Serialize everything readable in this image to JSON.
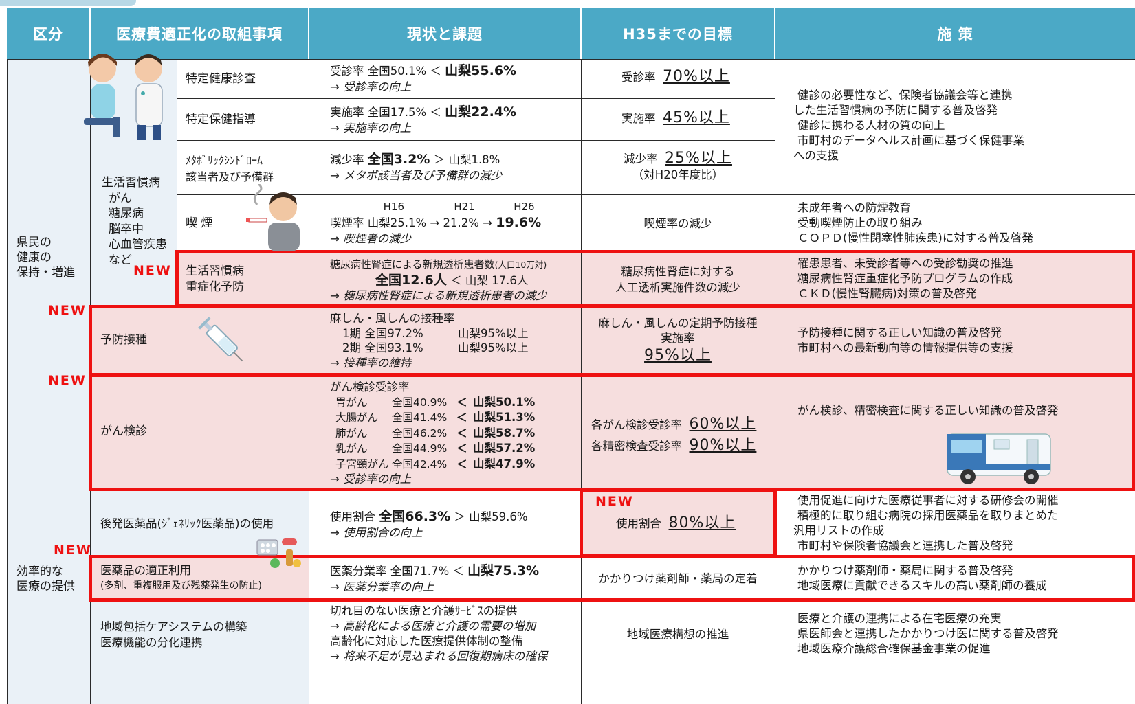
{
  "header": {
    "col1": "区分",
    "col2": "医療費適正化の取組事項",
    "col3": "現状と課題",
    "col4": "H35までの目標",
    "col5": "施 策"
  },
  "new_label": "NEW",
  "categories": {
    "health": [
      "県民の",
      "健康の",
      "保持・増進"
    ],
    "efficient": [
      "効率的な",
      "医療の提供"
    ]
  },
  "lifestyle_group": [
    "生活習慣病",
    "がん",
    "糖尿病",
    "脳卒中",
    "心血管疾患",
    "など"
  ],
  "rows": {
    "checkup": {
      "item": "特定健康診査",
      "status": [
        "受診率 全国50.1% ＜ ",
        "山梨55.6%",
        "→ 受診率の向上"
      ],
      "goal_label": "受診率",
      "goal_value": "70%以上"
    },
    "guidance": {
      "item": "特定保健指導",
      "status": [
        "実施率 全国17.5% ＜ ",
        "山梨22.4%",
        "→ 実施率の向上"
      ],
      "goal_label": "実施率",
      "goal_value": "45%以上"
    },
    "metabo": {
      "item": [
        "ﾒﾀﾎﾞﾘｯｸｼﾝﾄﾞﾛｰﾑ",
        "該当者及び予備群"
      ],
      "status": [
        "減少率 ",
        "全国3.2%",
        " ＞ 山梨1.8%",
        "→ メタボ該当者及び予備群の減少"
      ],
      "goal_label": "減少率",
      "goal_value": "25%以上",
      "goal_note": "（対H20年度比）"
    },
    "shared_policy": [
      "健診の必要性など、保険者協議会等と連携",
      "した生活習慣病の予防に関する普及啓発",
      "健診に携わる人材の質の向上",
      "市町村のデータヘルス計画に基づく保健事業",
      "への支援"
    ],
    "smoking": {
      "item": "喫 煙",
      "years": [
        "H16",
        "H21",
        "H26"
      ],
      "status_a": "喫煙率 山梨25.1% → 21.2% → ",
      "status_b": "19.6%",
      "status_c": "→ 喫煙者の減少",
      "goal": "喫煙率の減少",
      "policy": [
        "未成年者への防煙教育",
        "受動喫煙防止の取り組み",
        "ＣＯＰＤ(慢性閉塞性肺疾患)に対する普及啓発"
      ]
    },
    "severe": {
      "item": [
        "生活習慣病",
        "重症化予防"
      ],
      "status_a": "糖尿病性腎症による新規透析患者数",
      "status_unit": "(人口10万対)",
      "status_b": "全国12.6人",
      "status_c": " ＜ 山梨 17.6人",
      "status_d": "→ 糖尿病性腎症による新規透析患者の減少",
      "goal": [
        "糖尿病性腎症に対する",
        "人工透析実施件数の減少"
      ],
      "policy": [
        "罹患患者、未受診者等への受診勧奨の推進",
        "糖尿病性腎症重症化予防プログラムの作成",
        "ＣＫＤ(慢性腎臓病)対策の普及啓発"
      ]
    },
    "vaccination": {
      "item": "予防接種",
      "status": [
        "麻しん・風しんの接種率",
        "1期 全国97.2%",
        "山梨95%以上",
        "2期 全国93.1%",
        "山梨95%以上",
        "→ 接種率の維持"
      ],
      "goal": [
        "麻しん・風しんの定期予防接種",
        "実施率"
      ],
      "goal_value": "95%以上",
      "policy": [
        "予防接種に関する正しい知識の普及啓発",
        "市町村への最新動向等の情報提供等の支援"
      ]
    },
    "cancer": {
      "item": "がん検診",
      "status_title": "がん検診受診率",
      "types": [
        {
          "name": "胃がん",
          "nat": "全国40.9%",
          "yam": "山梨50.1%"
        },
        {
          "name": "大腸がん",
          "nat": "全国41.4%",
          "yam": "山梨51.3%"
        },
        {
          "name": "肺がん",
          "nat": "全国46.2%",
          "yam": "山梨58.7%"
        },
        {
          "name": "乳がん",
          "nat": "全国44.9%",
          "yam": "山梨57.2%"
        },
        {
          "name": "子宮頸がん",
          "nat": "全国42.4%",
          "yam": "山梨47.9%"
        }
      ],
      "lt": "＜",
      "status_end": "→ 受診率の向上",
      "goal_a": "各がん検診受診率",
      "goal_a_value": "60%以上",
      "goal_b": "各精密検査受診率",
      "goal_b_value": "90%以上",
      "policy": "がん検診、精密検査に関する正しい知識の普及啓発"
    },
    "generic": {
      "item": "後発医薬品(ｼﾞｪﾈﾘｯｸ医薬品)の使用",
      "status_a": "使用割合 ",
      "status_b": "全国66.3%",
      "status_c": " ＞ 山梨59.6%",
      "status_d": "→ 使用割合の向上",
      "goal_label": "使用割合",
      "goal_value": "80%以上",
      "policy": [
        "使用促進に向けた医療従事者に対する研修会の開催",
        "積極的に取り組む病院の採用医薬品を取りまとめた",
        "汎用リストの作成",
        "市町村や保険者協議会と連携した普及啓発"
      ]
    },
    "proper": {
      "item": "医薬品の適正利用",
      "item_sub": "(多剤、重複服用及び残薬発生の防止)",
      "status_a": "医薬分業率 全国71.7% ＜ ",
      "status_b": "山梨75.3%",
      "status_c": "→ 医薬分業率の向上",
      "goal": "かかりつけ薬剤師・薬局の定着",
      "policy": [
        "かかりつけ薬剤師・薬局に関する普及啓発",
        "地域医療に貢献できるスキルの高い薬剤師の養成"
      ]
    },
    "community": {
      "item": [
        "地域包括ケアシステムの構築",
        "医療機能の分化連携"
      ],
      "status": [
        "切れ目のない医療と介護ｻｰﾋﾞｽの提供",
        "→ 高齢化による医療と介護の需要の増加",
        "高齢化に対応した医療提供体制の整備",
        "→ 将来不足が見込まれる回復期病床の確保"
      ],
      "goal": "地域医療構想の推進",
      "policy": [
        "医療と介護の連携による在宅医療の充実",
        "県医師会と連携したかかりつけ医に関する普及啓発",
        "地域医療介護総合確保基金事業の促進"
      ]
    }
  }
}
